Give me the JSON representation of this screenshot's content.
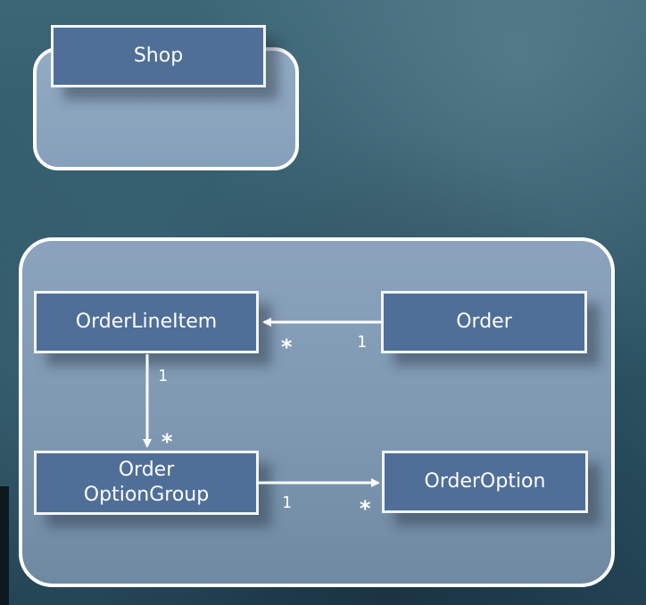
{
  "classes": {
    "shop": "Shop",
    "order_line_item": "OrderLineItem",
    "order": "Order",
    "order_option_group": [
      "Order",
      "OptionGroup"
    ],
    "order_option": "OrderOption"
  },
  "associations": [
    {
      "from": "Order",
      "to": "OrderLineItem",
      "from_multiplicity": "1",
      "to_multiplicity": "*"
    },
    {
      "from": "OrderLineItem",
      "to": "Order OptionGroup",
      "from_multiplicity": "1",
      "to_multiplicity": "*"
    },
    {
      "from": "Order OptionGroup",
      "to": "OrderOption",
      "from_multiplicity": "1",
      "to_multiplicity": "*"
    }
  ],
  "colors": {
    "class_fill": "#4f6f98",
    "border": "#ffffff",
    "container_fill": "#86a0bb",
    "background": "#2f5868"
  }
}
